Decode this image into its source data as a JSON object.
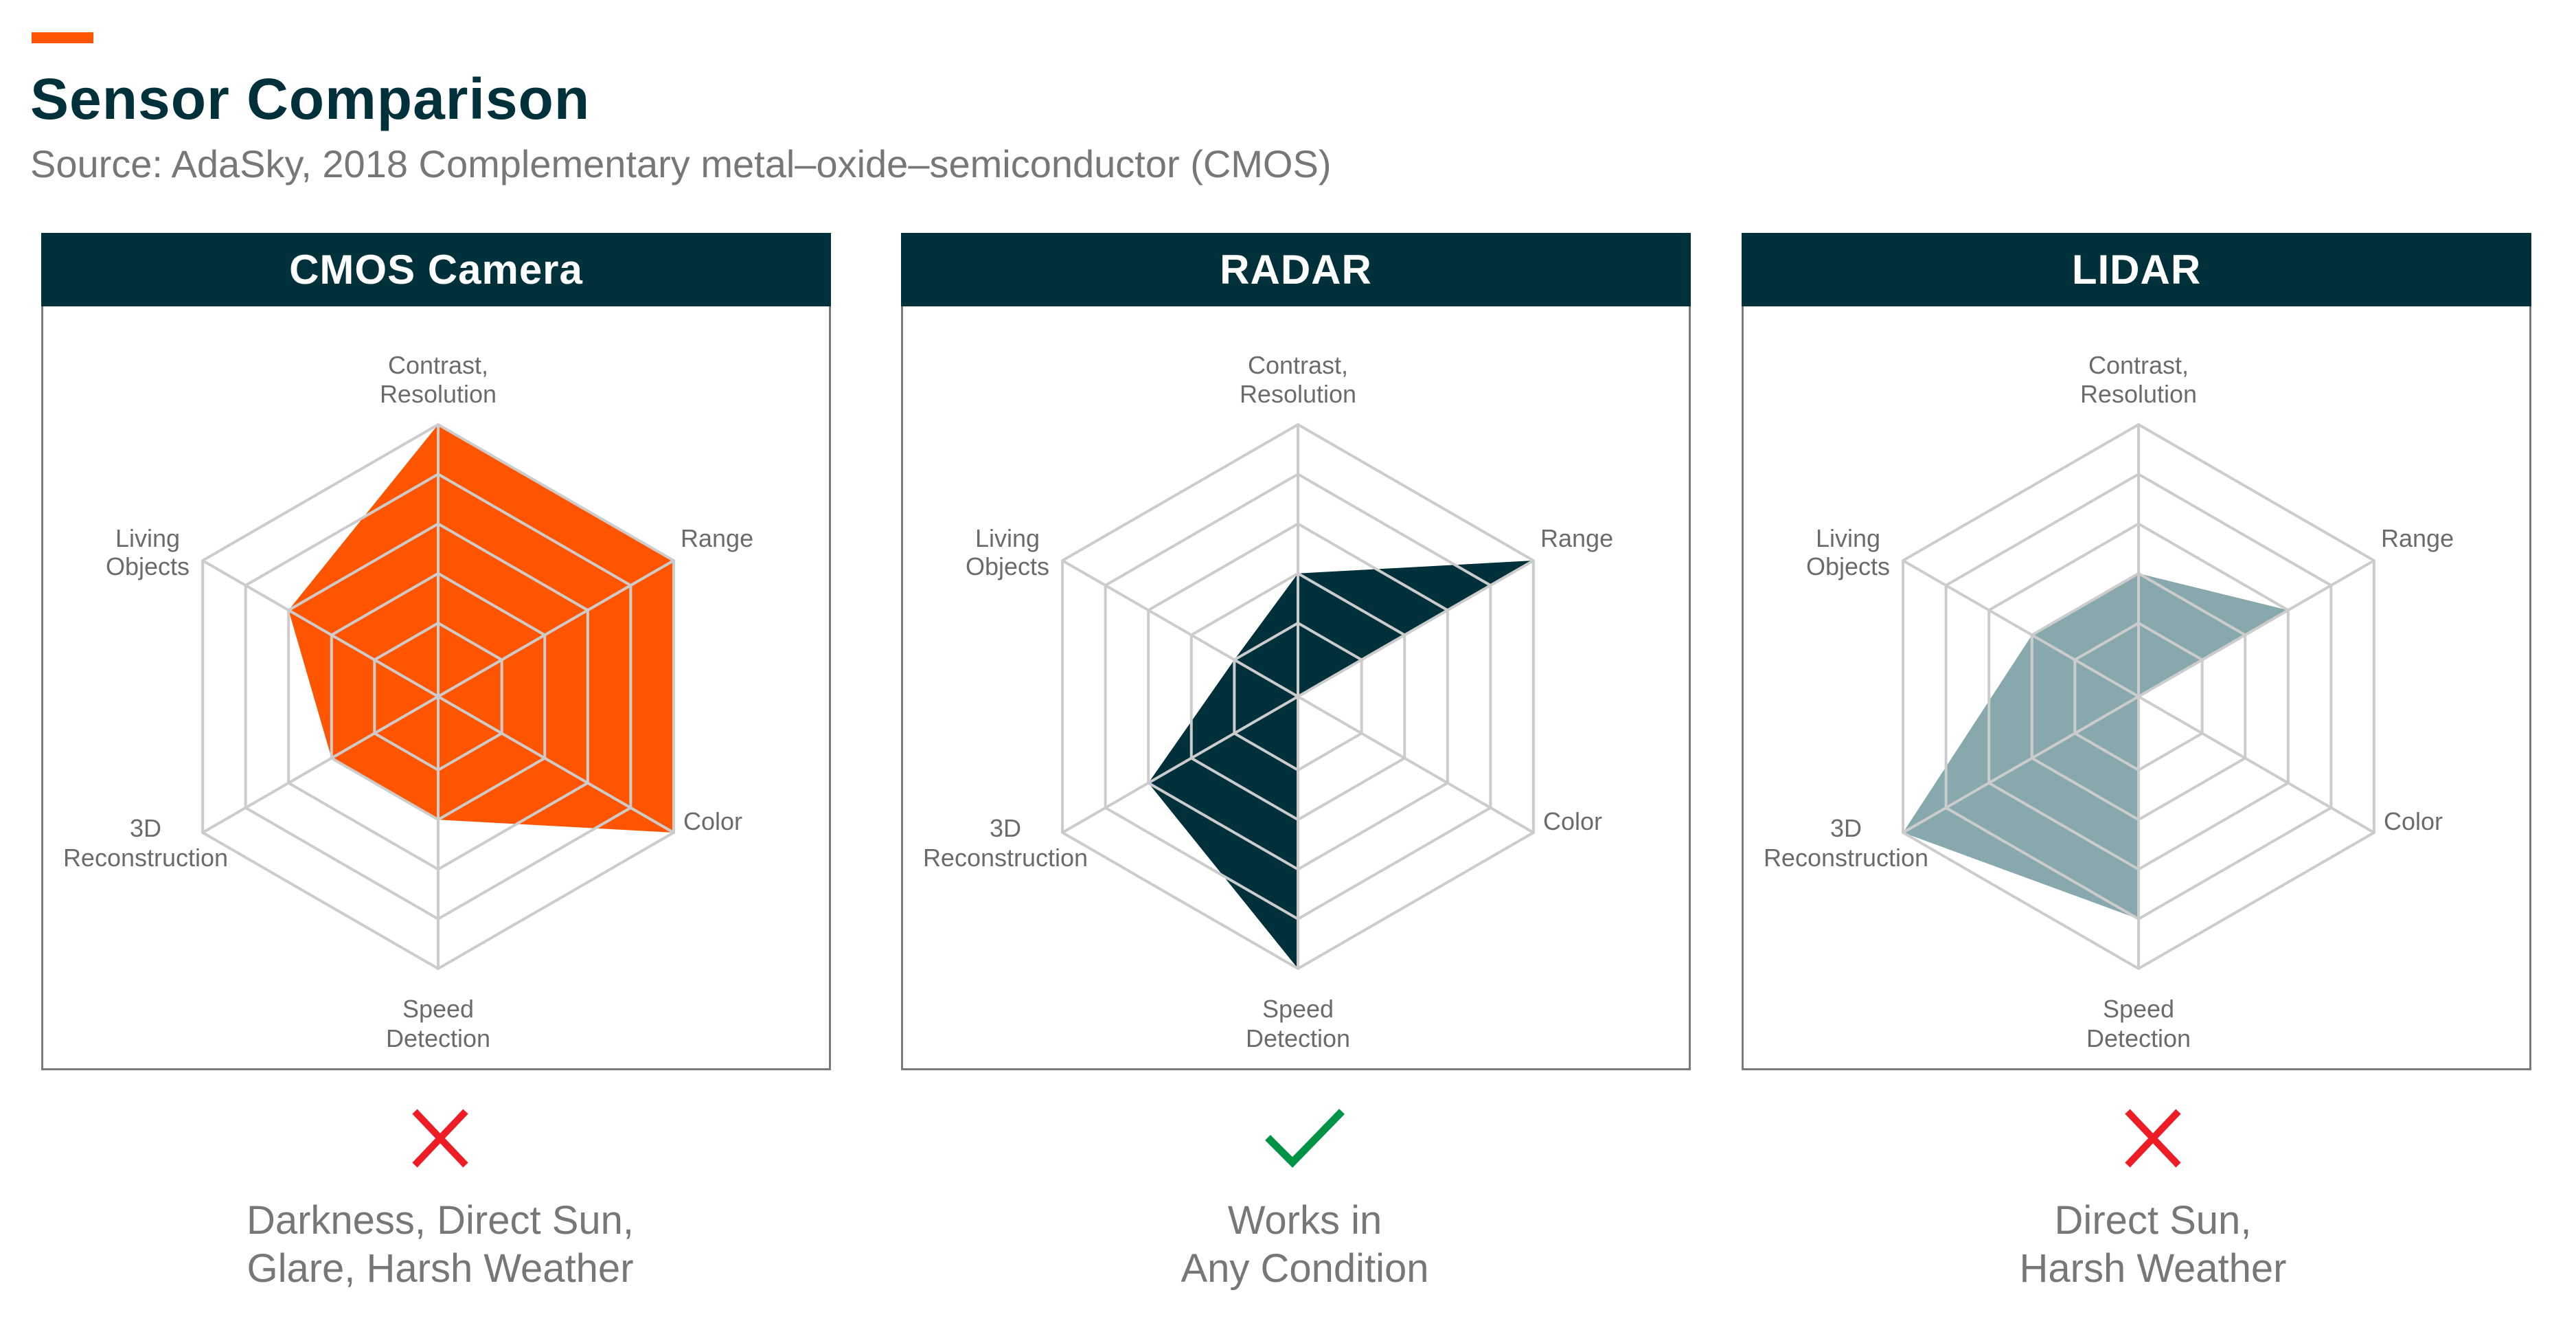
{
  "header": {
    "title": "Sensor Comparison",
    "subtitle": "Source: AdaSky, 2018 Complementary metal–oxide–semiconductor (CMOS)"
  },
  "colors": {
    "accent": "#ff5500",
    "header_bg": "#00313a",
    "grid": "#cccccc",
    "label": "#6b6b6b",
    "cross": "#ee1c25",
    "check": "#009245"
  },
  "chart_data": [
    {
      "type": "radar",
      "title": "CMOS Camera",
      "axes": [
        [
          "Contrast,",
          "Resolution"
        ],
        [
          "Range"
        ],
        [
          "Color"
        ],
        [
          "Speed",
          "Detection"
        ],
        [
          "3D",
          "Reconstruction"
        ],
        [
          "Living",
          "Objects"
        ]
      ],
      "levels": [
        1,
        2,
        3,
        4,
        5
      ],
      "rlim": [
        0,
        5
      ],
      "values": [
        5,
        5,
        5,
        2,
        2,
        3
      ],
      "fill": "#ff5500",
      "verdict_icon": "cross-icon",
      "verdict": [
        "Darkness, Direct Sun,",
        "Glare, Harsh Weather"
      ]
    },
    {
      "type": "radar",
      "title": "RADAR",
      "axes": [
        [
          "Contrast,",
          "Resolution"
        ],
        [
          "Range"
        ],
        [
          "Color"
        ],
        [
          "Speed",
          "Detection"
        ],
        [
          "3D",
          "Reconstruction"
        ],
        [
          "Living",
          "Objects"
        ]
      ],
      "levels": [
        1,
        2,
        3,
        4,
        5
      ],
      "rlim": [
        0,
        5
      ],
      "values": [
        2,
        5,
        0,
        5,
        3,
        1
      ],
      "fill": "#00313a",
      "verdict_icon": "check-icon",
      "verdict": [
        "Works in",
        "Any Condition"
      ]
    },
    {
      "type": "radar",
      "title": "LIDAR",
      "axes": [
        [
          "Contrast,",
          "Resolution"
        ],
        [
          "Range"
        ],
        [
          "Color"
        ],
        [
          "Speed",
          "Detection"
        ],
        [
          "3D",
          "Reconstruction"
        ],
        [
          "Living",
          "Objects"
        ]
      ],
      "levels": [
        1,
        2,
        3,
        4,
        5
      ],
      "rlim": [
        0,
        5
      ],
      "values": [
        2,
        3,
        0,
        4,
        5,
        2
      ],
      "fill": "#87a9ad",
      "verdict_icon": "cross-icon",
      "verdict": [
        "Direct Sun,",
        "Harsh Weather"
      ]
    }
  ]
}
